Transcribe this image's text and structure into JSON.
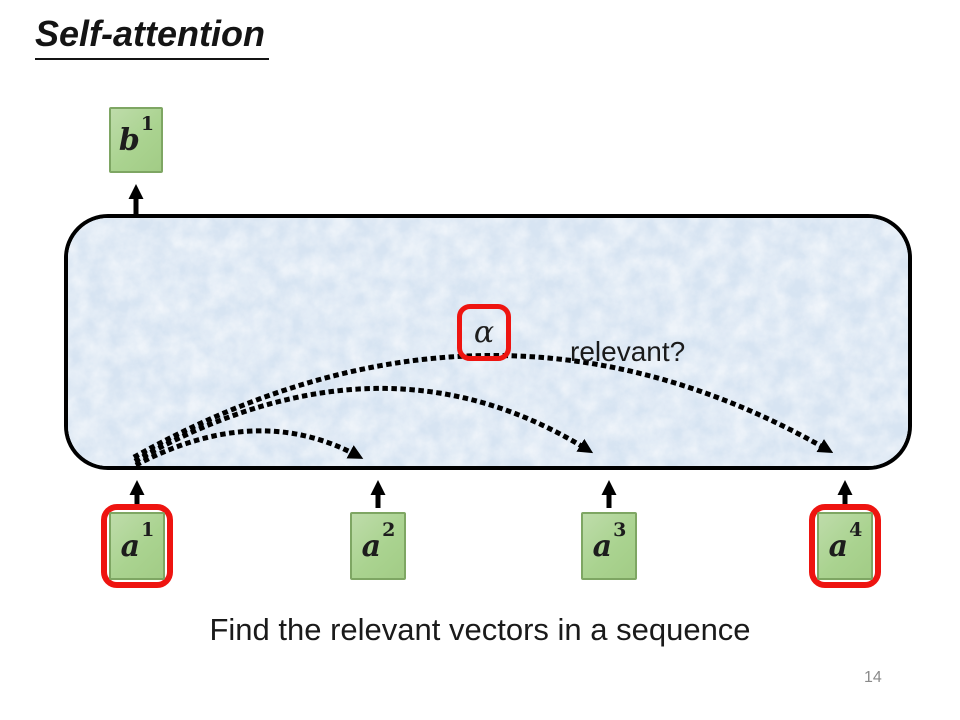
{
  "slide": {
    "title": "Self-attention",
    "caption": "Find the relevant vectors in a sequence",
    "page_number": "14"
  },
  "diagram": {
    "output_vector": {
      "base": "b",
      "sup": "1"
    },
    "attention_score": {
      "symbol": "α"
    },
    "relevant_question": "relevant?",
    "input_vectors": [
      {
        "base": "a",
        "sup": "1",
        "highlighted": true
      },
      {
        "base": "a",
        "sup": "2",
        "highlighted": false
      },
      {
        "base": "a",
        "sup": "3",
        "highlighted": false
      },
      {
        "base": "a",
        "sup": "4",
        "highlighted": true
      }
    ]
  },
  "colors": {
    "vector_fill": "#aad390",
    "vector_border": "#7ea663",
    "highlight_red": "#ee1410",
    "layer_fill": "#d7e4f2",
    "arrow_black": "#000000",
    "page_number_gray": "#8a8a8a"
  }
}
